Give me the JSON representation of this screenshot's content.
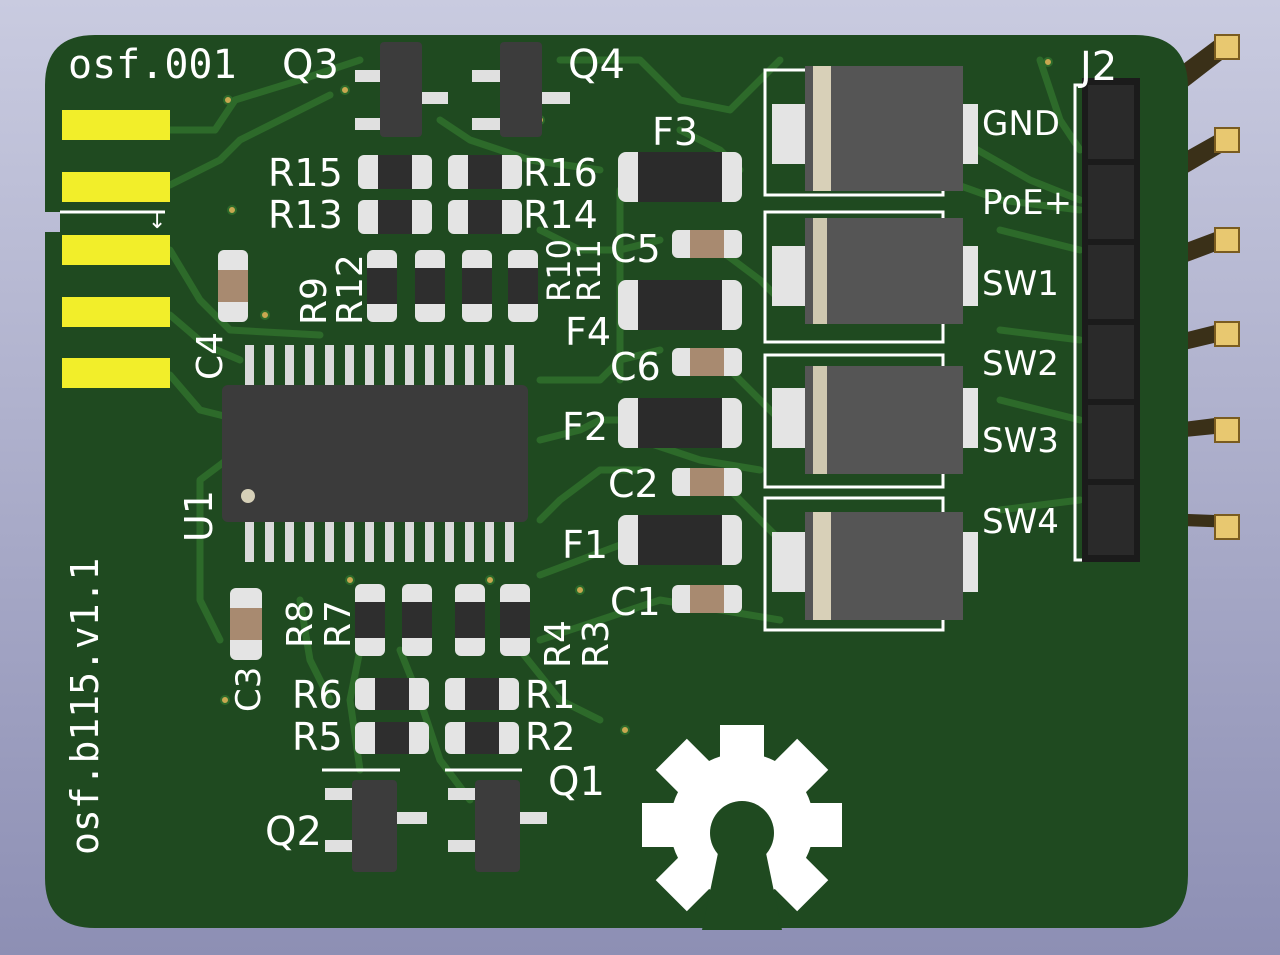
{
  "board": {
    "id_label": "osf.001",
    "version_label": "osf.b115.v1.1",
    "colors": {
      "solder_mask": "#1f4a20",
      "trace": "#2d6a2a",
      "silkscreen": "#ffffff",
      "pad_gold": "#f2ee2a",
      "ic_body": "#3a3a3a",
      "header_plastic": "#1b1b1b"
    }
  },
  "designators": {
    "Q3": "Q3",
    "Q4": "Q4",
    "Q1": "Q1",
    "Q2": "Q2",
    "R15": "R15",
    "R16": "R16",
    "R13": "R13",
    "R14": "R14",
    "R9": "R9",
    "R12": "R12",
    "R10": "R10",
    "R11": "R11",
    "R8": "R8",
    "R7": "R7",
    "R4": "R4",
    "R3": "R3",
    "R6": "R6",
    "R1": "R1",
    "R5": "R5",
    "R2": "R2",
    "C4": "C4",
    "C3": "C3",
    "C5": "C5",
    "C6": "C6",
    "C2": "C2",
    "C1": "C1",
    "F3": "F3",
    "F4": "F4",
    "F2": "F2",
    "F1": "F1",
    "U1": "U1",
    "J2": "J2"
  },
  "connector_labels": [
    "GND",
    "PoE+",
    "SW1",
    "SW2",
    "SW3",
    "SW4"
  ],
  "edge_arrow": "↓",
  "logo": "open-hardware-gear-icon"
}
